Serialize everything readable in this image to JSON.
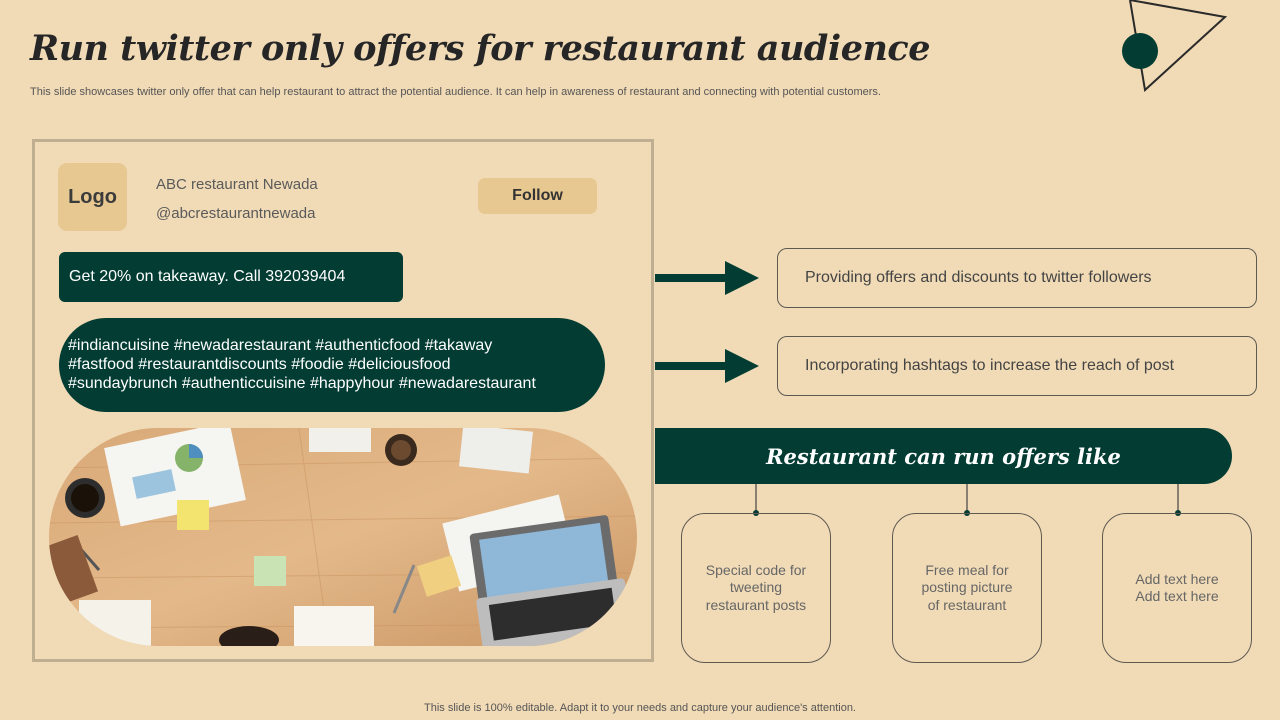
{
  "title": "Run twitter only offers for restaurant audience",
  "subtitle": "This slide showcases twitter only offer that can help restaurant to attract the potential audience. It can help in awareness of restaurant and connecting with potential customers.",
  "tweet": {
    "logo_label": "Logo",
    "account_name": "ABC restaurant  Newada",
    "handle": "@abcrestaurantnewada",
    "follow_label": "Follow",
    "offer_text": "Get 20% on takeaway. Call 392039404",
    "hashtag_lines": [
      "#indiancuisine #newadarestaurant  #authenticfood  #takaway",
      "#fastfood #restaurantdiscounts  #foodie #deliciousfood",
      "#sundaybrunch  #authenticcuisine  #happyhour  #newadarestaurant"
    ]
  },
  "points": [
    "Providing offers and discounts to twitter followers",
    "Incorporating hashtags to increase the reach of post"
  ],
  "banner": "Restaurant can run offers like",
  "offers": [
    "Special code for\ntweeting\nrestaurant posts",
    "Free meal for\nposting picture\nof restaurant",
    "Add text here\nAdd text here"
  ],
  "footer": "This slide is 100% editable. Adapt it to your needs and capture your audience's attention.",
  "colors": {
    "background": "#f1dbb6",
    "dark_green": "#023c33",
    "tan": "#e8c891"
  }
}
